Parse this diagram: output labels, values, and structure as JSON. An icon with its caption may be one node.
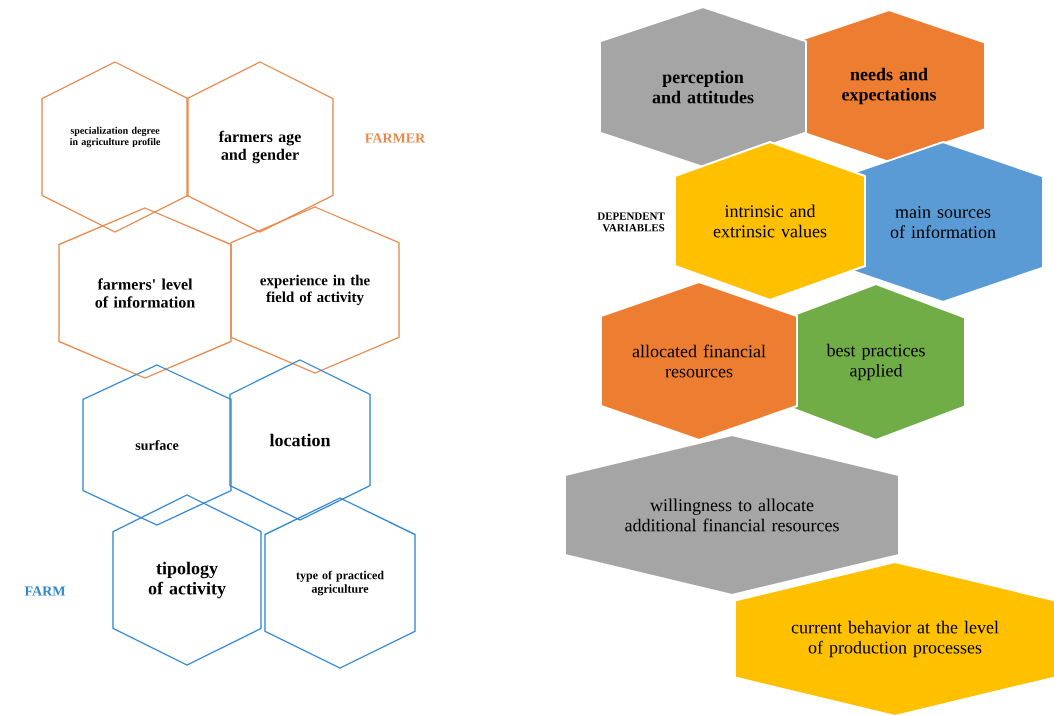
{
  "diagram": {
    "nodes": [
      {
        "text": [
          "specialization degree in agriculture profile"
        ]
      },
      {
        "text": [
          "farmers age and gender"
        ]
      },
      {
        "text": [
          "farmers' level of information"
        ]
      },
      {
        "text": [
          "experience in the field of activity"
        ]
      },
      {
        "text": [
          "surface"
        ]
      },
      {
        "text": [
          "location"
        ]
      },
      {
        "text": [
          "tipology of activity"
        ]
      },
      {
        "text": [
          "type of practiced agriculture"
        ]
      },
      {
        "text": [
          "perception and attitudes"
        ]
      },
      {
        "text": [
          "needs and expectations"
        ]
      },
      {
        "text": [
          "intrinsic and extrinsic values"
        ]
      },
      {
        "text": [
          "main sources of information"
        ]
      },
      {
        "text": [
          "allocated financial resources"
        ]
      },
      {
        "text": [
          "best practices applied"
        ]
      },
      {
        "text": [
          "willingness to allocate additional financial resources"
        ]
      },
      {
        "text": [
          "current behavior at the level of production processes"
        ]
      }
    ],
    "labels": [
      "FARMER",
      "DEPENDENT VARIABLES",
      "FARM"
    ]
  }
}
